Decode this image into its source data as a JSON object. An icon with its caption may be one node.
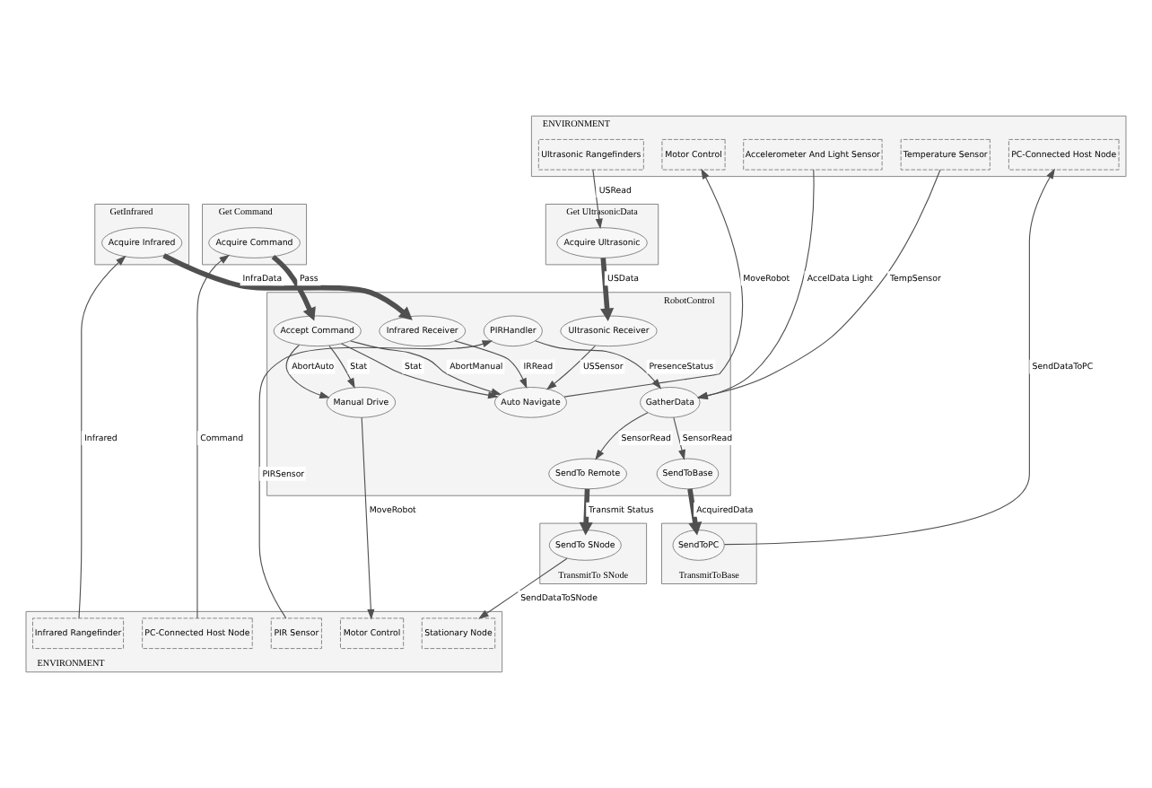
{
  "diagram": {
    "nodes": [
      {
        "text": [
          "ENVIRONMENT"
        ]
      },
      {
        "text": [
          "Ultrasonic Rangefinders"
        ],
        "in": 0
      },
      {
        "text": [
          "Motor Control"
        ],
        "in": 0
      },
      {
        "text": [
          "Accelerometer And Light Sensor"
        ],
        "in": 0
      },
      {
        "text": [
          "Temperature Sensor"
        ],
        "in": 0
      },
      {
        "text": [
          "PC-Connected Host Node"
        ],
        "in": 0
      },
      {
        "text": [
          "Get UltrasonicData"
        ]
      },
      {
        "text": [
          "Acquire Ultrasonic"
        ],
        "in": 6
      },
      {
        "text": [
          "RobotControl"
        ]
      },
      {
        "text": [
          "Ultrasonic Receiver"
        ],
        "in": 8
      },
      {
        "text": [
          "Auto Navigate"
        ],
        "in": 8
      },
      {
        "text": [
          "Infrared Receiver"
        ],
        "in": 8
      },
      {
        "text": [
          "Accept Command"
        ],
        "in": 8
      },
      {
        "text": [
          "Manual Drive"
        ],
        "in": 8
      },
      {
        "text": [
          "GatherData"
        ],
        "in": 8
      },
      {
        "text": [
          "SendToBase"
        ],
        "in": 8
      },
      {
        "text": [
          "SendTo Remote"
        ],
        "in": 8
      },
      {
        "text": [
          "PIRHandler"
        ],
        "in": 8
      },
      {
        "text": [
          "TransmitToBase"
        ]
      },
      {
        "text": [
          "SendToPC"
        ],
        "in": 18
      },
      {
        "text": [
          "GetInfrared"
        ]
      },
      {
        "text": [
          "Acquire Infrared"
        ],
        "in": 20
      },
      {
        "text": [
          "Get Command"
        ]
      },
      {
        "text": [
          "Acquire Command"
        ],
        "in": 22
      },
      {
        "text": [
          "TransmitTo SNode"
        ]
      },
      {
        "text": [
          "SendTo SNode"
        ],
        "in": 24
      },
      {
        "text": [
          "ENVIRONMENT"
        ]
      },
      {
        "text": [
          "Infrared Rangefinder"
        ],
        "in": 26
      },
      {
        "text": [
          "PC-Connected Host Node"
        ],
        "in": 26
      },
      {
        "text": [
          "Motor Control"
        ],
        "in": 26
      },
      {
        "text": [
          "PIR Sensor"
        ],
        "in": 26
      },
      {
        "text": [
          "Stationary Node"
        ],
        "in": 26
      }
    ],
    "edges": [
      {
        "from": 1,
        "to": 7,
        "arrow": "to",
        "label": "USRead"
      },
      {
        "from": 7,
        "to": 9,
        "arrow": "to",
        "label": "USData",
        "style": "thick"
      },
      {
        "from": 10,
        "to": 2,
        "arrow": "to",
        "label": "MoveRobot"
      },
      {
        "from": 3,
        "to": 14,
        "arrow": "to",
        "label": "AccelData Light"
      },
      {
        "from": 4,
        "to": 14,
        "arrow": "to",
        "label": "TempSensor"
      },
      {
        "from": 19,
        "to": 5,
        "arrow": "to",
        "label": "SendDataToPC"
      },
      {
        "from": 9,
        "to": 10,
        "arrow": "to",
        "label": "USSensor"
      },
      {
        "from": 11,
        "to": 10,
        "arrow": "to",
        "label": "IRRead"
      },
      {
        "from": 15,
        "to": 19,
        "arrow": "to",
        "label": "AcquiredData",
        "style": "thick"
      },
      {
        "from": 14,
        "to": 15,
        "arrow": "to",
        "label": "SensorRead"
      },
      {
        "from": 21,
        "to": 11,
        "arrow": "to",
        "label": "InfraData",
        "style": "thick"
      },
      {
        "from": 12,
        "to": 10,
        "arrow": "to",
        "label": "AbortManual"
      },
      {
        "from": 12,
        "to": 10,
        "arrow": "to",
        "label": "Stat"
      },
      {
        "from": 17,
        "to": 14,
        "arrow": "to",
        "label": "PresenceStatus"
      },
      {
        "from": 14,
        "to": 16,
        "arrow": "to",
        "label": "SensorRead"
      },
      {
        "from": 23,
        "to": 12,
        "arrow": "to",
        "label": "Pass",
        "style": "thick"
      },
      {
        "from": 12,
        "to": 13,
        "arrow": "to",
        "label": "Stat"
      },
      {
        "from": 12,
        "to": 13,
        "arrow": "to",
        "label": "AbortAuto"
      },
      {
        "from": 16,
        "to": 25,
        "arrow": "to",
        "label": "Transmit Status",
        "style": "thick"
      },
      {
        "from": 27,
        "to": 21,
        "arrow": "to",
        "label": "Infrared"
      },
      {
        "from": 28,
        "to": 23,
        "arrow": "to",
        "label": "Command"
      },
      {
        "from": 13,
        "to": 29,
        "arrow": "to",
        "label": "MoveRobot"
      },
      {
        "from": 30,
        "to": 17,
        "arrow": "to",
        "label": "PIRSensor"
      },
      {
        "from": 25,
        "to": 31,
        "arrow": "to",
        "label": "SendDataToSNode"
      }
    ]
  }
}
